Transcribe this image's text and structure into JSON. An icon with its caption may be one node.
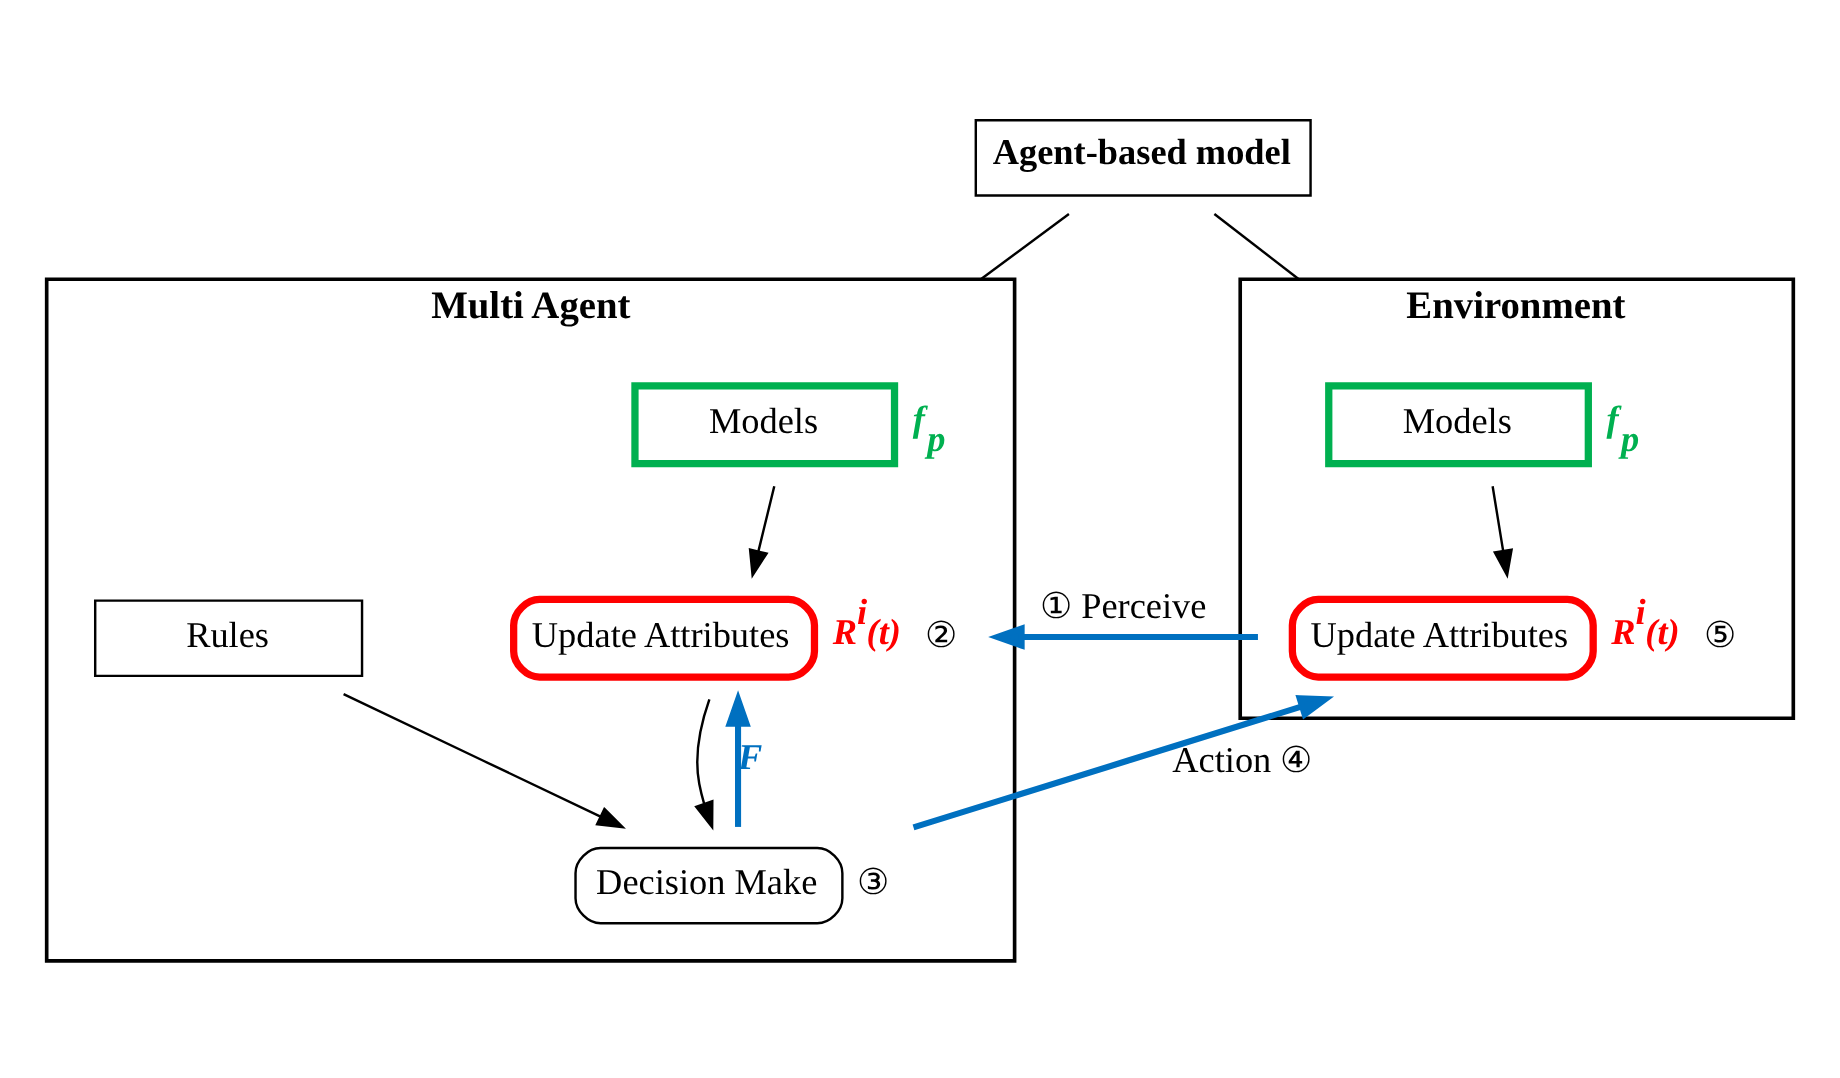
{
  "diagram": {
    "nodes": [
      {
        "text": [
          "Agent-based model"
        ]
      },
      {
        "text": [
          "Multi Agent"
        ]
      },
      {
        "text": [
          "Environment"
        ]
      },
      {
        "text": [
          "Models"
        ],
        "in": 1,
        "beside": [
          "f$_{p}$"
        ]
      },
      {
        "text": [
          "Update Attributes"
        ],
        "in": 1,
        "beside": [
          "R$^{i}$(t)",
          "②"
        ]
      },
      {
        "text": [
          "Rules"
        ],
        "in": 1
      },
      {
        "text": [
          "Decision Make"
        ],
        "in": 1,
        "beside": [
          "③"
        ]
      },
      {
        "text": [
          "Models"
        ],
        "in": 2,
        "beside": [
          "f$_{p}$"
        ]
      },
      {
        "text": [
          "Update Attributes"
        ],
        "in": 2,
        "beside": [
          "R$^{i}$(t)",
          "⑤"
        ]
      }
    ],
    "edges": [
      {
        "from": 0,
        "to": 1,
        "arrow": "none"
      },
      {
        "from": 0,
        "to": 2,
        "arrow": "none"
      },
      {
        "from": 8,
        "to": 4,
        "arrow": "to",
        "label": "① Perceive",
        "style": "thick",
        "color": "#0070c0"
      },
      {
        "from": 3,
        "to": 4,
        "arrow": "to"
      },
      {
        "from": 4,
        "to": 6,
        "arrow": "to"
      },
      {
        "from": 5,
        "to": 6,
        "arrow": "to"
      },
      {
        "from": 6,
        "to": 8,
        "arrow": "to",
        "label": "Action ④",
        "style": "thick",
        "color": "#0070c0"
      },
      {
        "from": 6,
        "to": 4,
        "arrow": "to",
        "label": "F",
        "style": "thick",
        "color": "#0070c0"
      },
      {
        "from": 7,
        "to": 8,
        "arrow": "to"
      }
    ]
  }
}
